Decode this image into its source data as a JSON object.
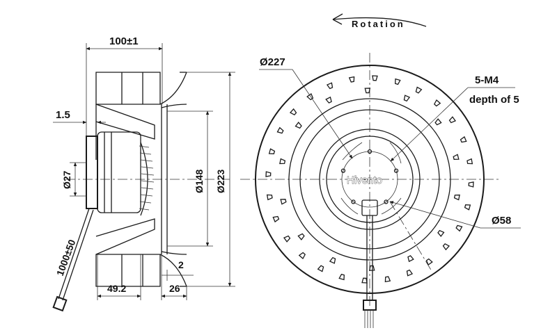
{
  "rotation": {
    "label": "Rotation"
  },
  "logo": {
    "text": "Hivento"
  },
  "side_view": {
    "width_dim": "100±1",
    "wall_dim": "1.5",
    "shaft_dia": "Ø27",
    "cable_length": "1000±50",
    "inlet_dia": "Ø148",
    "outer_dia": "Ø223",
    "hub_width": "49.2",
    "ring_width": "26",
    "gap": "2"
  },
  "front_view": {
    "impeller_dia": "Ø227",
    "mount_spec_line1": "5-M4",
    "mount_spec_line2": "depth of 5",
    "mount_circle_dia": "Ø58"
  }
}
